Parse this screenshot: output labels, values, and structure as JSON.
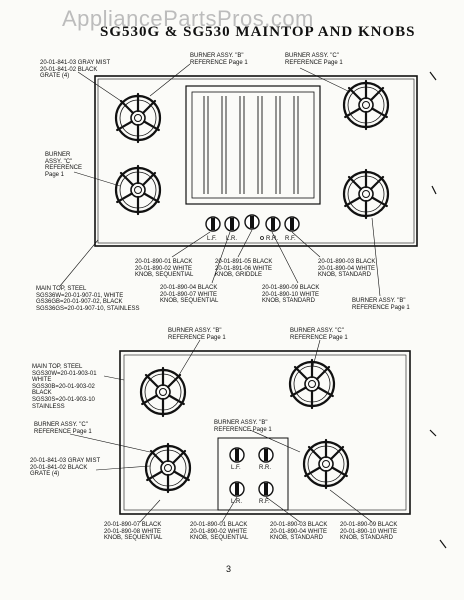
{
  "watermark": "AppliancePartsPros.com",
  "title": "SG530G & SG530 MAINTOP AND KNOBS",
  "page_number": "3",
  "top_diagram": {
    "labels": {
      "grate": "20-01-841-03 GRAY MIST\n20-01-841-02 BLACK\nGRATE (4)",
      "burner_b": "BURNER ASSY. \"B\"\nREFERENCE Page 1",
      "burner_c_top": "BURNER ASSY. \"C\"\nREFERENCE Page 1",
      "burner_c_left": "BURNER\nASSY. \"C\"\nREFERENCE\nPage 1",
      "knob_seq": "20-01-890-01 BLACK\n20-01-890-02 WHITE\nKNOB, SEQUENTIAL",
      "knob_griddle": "20-01-891-05 BLACK\n20-01-891-06 WHITE\nKNOB, GRIDDLE",
      "knob_std": "20-01-890-03 BLACK\n20-01-890-04 WHITE\nKNOB, STANDARD",
      "main_top": "MAIN TOP, STEEL\nSGS36W=20-01-907-01, WHITE\nGS36GB=20-01-907-02, BLACK\nSGS36GS=20-01-907-10, STAINLESS",
      "knob_seq2": "20-01-890-04 BLACK\n20-01-890-07 WHITE\nKNOB, SEQUENTIAL",
      "knob_std2": "20-01-890-09 BLACK\n20-01-890-10 WHITE\nKNOB, STANDARD",
      "burner_b_right": "BURNER ASSY. \"B\"\nREFERENCE Page 1"
    },
    "knobs": [
      "L.F.",
      "L.R.",
      "R.R.",
      "R.F."
    ]
  },
  "bottom_diagram": {
    "labels": {
      "burner_b": "BURNER ASSY. \"B\"\nREFERENCE Page 1",
      "burner_c": "BURNER ASSY. \"C\"\nREFERENCE Page 1",
      "main_top": "MAIN TOP, STEEL\nSGS30W=20-01-903-01\nWHITE\nSGS30B=20-01-903-02\nBLACK\nSGS30S=20-01-903-10\nSTAINLESS",
      "burner_c_left": "BURNER ASSY. \"C\"\nREFERENCE Page 1",
      "burner_b_mid": "BURNER ASSY. \"B\"\nREFERENCE Page 1",
      "grate": "20-01-841-03 GRAY MIST\n20-01-841-02 BLACK\nGRATE (4)",
      "knob_a": "20-01-890-07 BLACK\n20-01-890-08 WHITE\nKNOB, SEQUENTIAL",
      "knob_b": "20-01-890-01 BLACK\n20-01-890-02 WHITE\nKNOB, SEQUENTIAL",
      "knob_c": "20-01-890-03 BLACK\n20-01-890-04 WHITE\nKNOB, STANDARD",
      "knob_d": "20-01-890-09 BLACK\n20-01-890-10 WHITE\nKNOB, STANDARD"
    },
    "knobs": [
      "L.F.",
      "R.R.",
      "L.R.",
      "R.F."
    ]
  }
}
